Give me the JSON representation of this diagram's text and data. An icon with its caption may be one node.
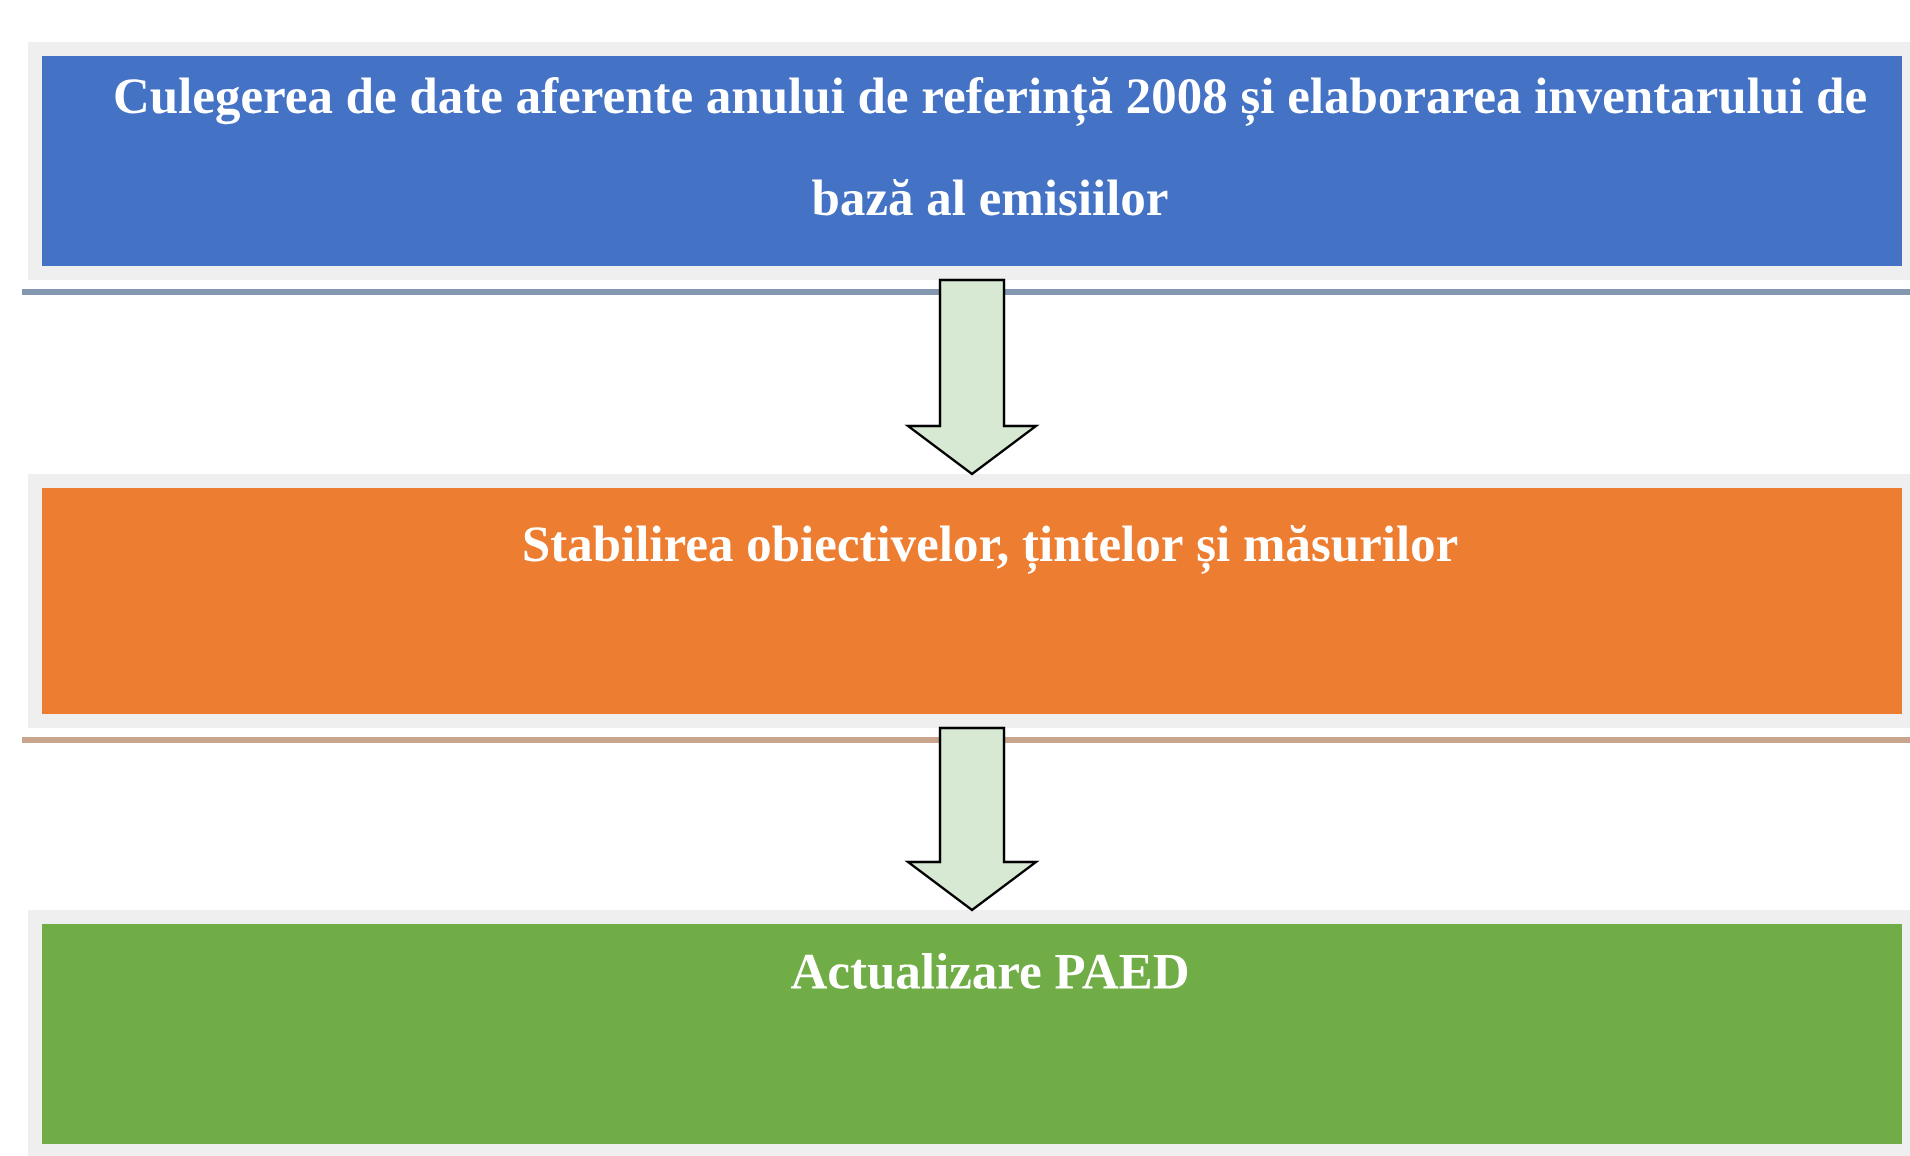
{
  "diagram": {
    "nodes": [
      {
        "text": [
          "Culegerea de date aferente anului de referință 2008 și elaborarea inventarului de bază al emisiilor"
        ]
      },
      {
        "text": [
          "Stabilirea obiectivelor, țintelor și măsurilor"
        ]
      },
      {
        "text": [
          "Actualizare PAED"
        ]
      }
    ],
    "edges": [
      {
        "from": 0,
        "to": 1,
        "arrow": "to"
      },
      {
        "from": 1,
        "to": 2,
        "arrow": "to"
      }
    ]
  }
}
